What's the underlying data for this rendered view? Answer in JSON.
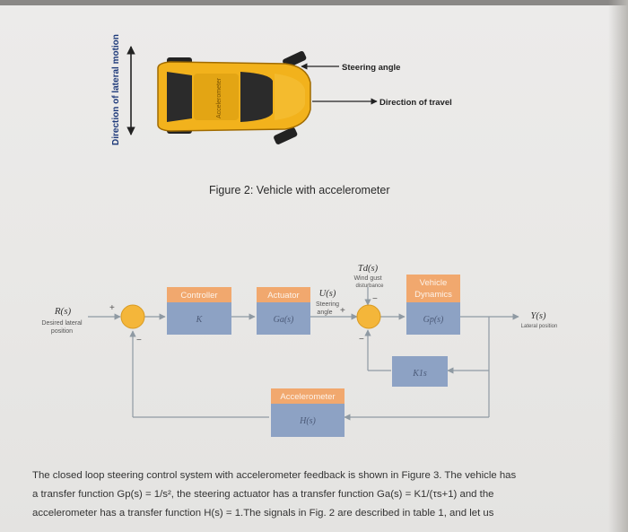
{
  "figure": {
    "side_label": "Direction of lateral motion",
    "steering_label": "Steering angle",
    "travel_label": "Direction of travel",
    "car_text": "Accelerometer",
    "caption": "Figure 2: Vehicle with accelerometer"
  },
  "block_diagram": {
    "input_symbol": "R(s)",
    "input_desc_1": "Desired lateral",
    "input_desc_2": "position",
    "sum1_plus": "+",
    "sum1_minus": "−",
    "controller_title": "Controller",
    "controller_tf": "K",
    "actuator_title": "Actuator",
    "actuator_tf": "Ga(s)",
    "u_symbol": "U(s)",
    "u_desc_1": "Steering",
    "u_desc_2": "angle",
    "sum2_plus": "+",
    "td_symbol": "Td(s)",
    "td_desc_1": "Wind gust",
    "td_desc_2": "disturbance",
    "sum2_minus_top": "−",
    "sum2_minus_bottom": "−",
    "vehicle_title_1": "Vehicle",
    "vehicle_title_2": "Dynamics",
    "vehicle_tf": "Gp(s)",
    "k1s": "K1s",
    "accel_title": "Accelerometer",
    "accel_tf": "H(s)",
    "output_symbol": "Y(s)",
    "output_desc": "Lateral position"
  },
  "text": {
    "line1": "The closed loop steering control system with accelerometer feedback is shown in Figure 3. The vehicle has",
    "line2a": "a transfer function Gp(s) = 1/s²,  the steering actuator has a transfer function Ga(s) = K1/(τs+1)  and the",
    "line3": "accelerometer has a transfer function H(s) = 1.The signals in Fig. 2 are described in table 1, and let us"
  },
  "colors": {
    "car_body": "#f2b21c",
    "block_title": "#f1a86e",
    "block_body": "#8da2c4",
    "summing_junction": "#f4b63a",
    "line": "#8f9aa3"
  }
}
